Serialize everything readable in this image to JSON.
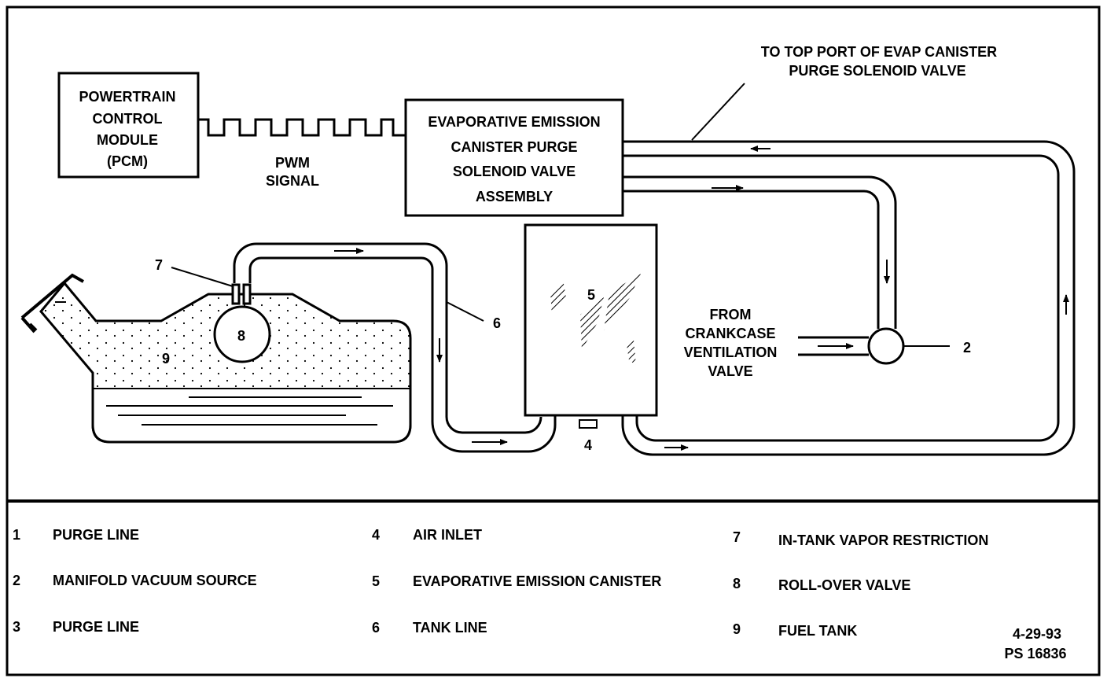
{
  "diagram": {
    "pcm": [
      "POWERTRAIN",
      "CONTROL",
      "MODULE",
      "(PCM)"
    ],
    "pwm": [
      "PWM",
      "SIGNAL"
    ],
    "valve": [
      "EVAPORATIVE EMISSION",
      "CANISTER PURGE",
      "SOLENOID VALVE",
      "ASSEMBLY"
    ],
    "top_port": [
      "TO TOP PORT OF EVAP CANISTER",
      "PURGE SOLENOID VALVE"
    ],
    "crankcase": [
      "FROM",
      "CRANKCASE",
      "VENTILATION",
      "VALVE"
    ],
    "callouts": {
      "c2": "2",
      "c4": "4",
      "c5": "5",
      "c6": "6",
      "c7": "7",
      "c8": "8",
      "c9": "9"
    }
  },
  "legend": [
    {
      "num": "1",
      "label": "PURGE LINE"
    },
    {
      "num": "2",
      "label": "MANIFOLD VACUUM SOURCE"
    },
    {
      "num": "3",
      "label": "PURGE LINE"
    },
    {
      "num": "4",
      "label": "AIR INLET"
    },
    {
      "num": "5",
      "label": "EVAPORATIVE EMISSION CANISTER"
    },
    {
      "num": "6",
      "label": "TANK LINE"
    },
    {
      "num": "7",
      "label": "IN-TANK  VAPOR RESTRICTION"
    },
    {
      "num": "8",
      "label": "ROLL-OVER VALVE"
    },
    {
      "num": "9",
      "label": "FUEL TANK"
    }
  ],
  "footer": {
    "date": "4-29-93",
    "ref": "PS 16836"
  }
}
